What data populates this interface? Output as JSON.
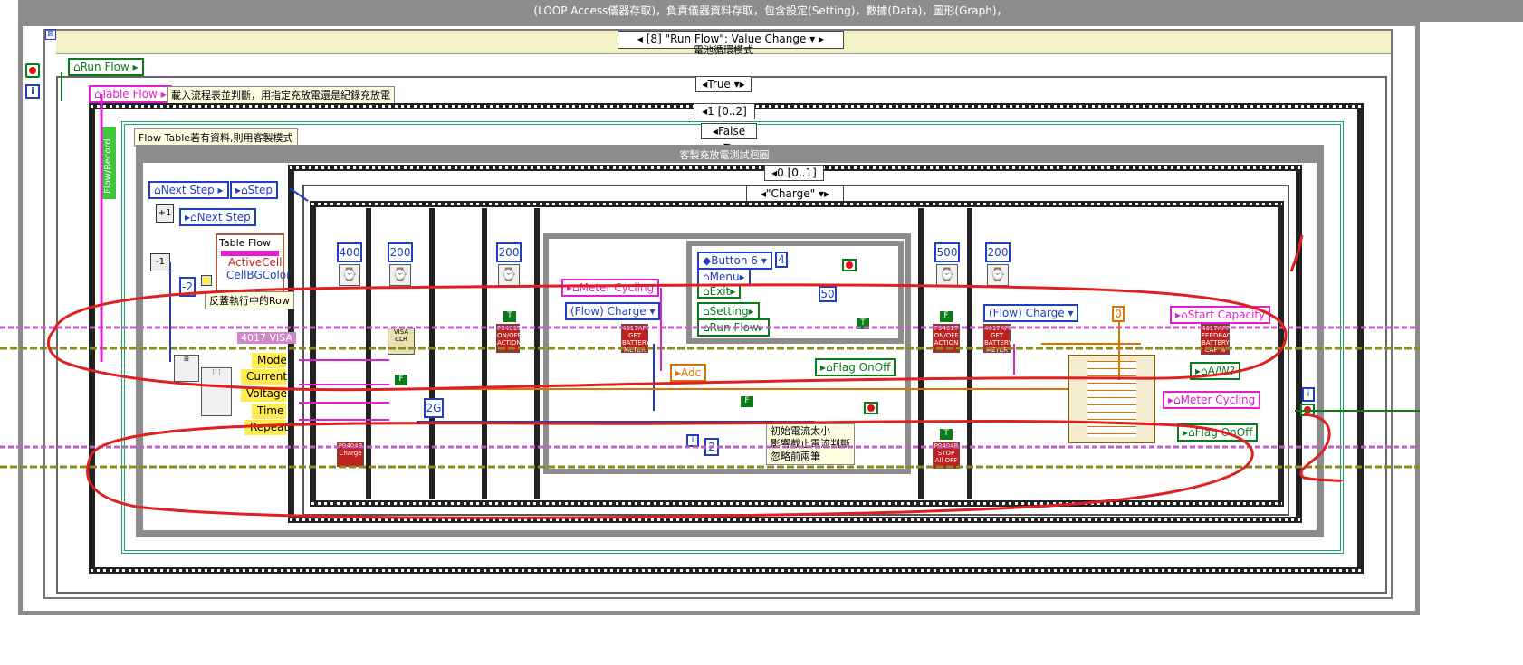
{
  "title_bar": "(LOOP Access儀器存取)，負責儀器資料存取，包含設定(Setting)，數據(Data)，圖形(Graph)，",
  "event_case": {
    "selector": "[8] \"Run Flow\": Value Change",
    "subtitle": "電池循環模式"
  },
  "case_true": "True",
  "seq_frame": "1 [0..2]",
  "case_false": "False",
  "flow_table_comment": "Flow Table若有資料,則用客製模式",
  "load_comment": "載入流程表並判斷，用指定充放電還是紀錄充放電",
  "while_loop_title": "客製充放電測試迴圈",
  "inner_seq": "0 [0..1]",
  "charge_case": "\"Charge\"",
  "controls": {
    "run_flow": "Run Flow",
    "table_flow": "Table Flow",
    "next_step": "Next Step",
    "step": "Step",
    "next_step2": "Next Step",
    "table_flow_node": "Table Flow",
    "active_cell": "ActiveCell",
    "cell_bg": "CellBGColor",
    "reverse_row": "反蓋執行中的Row",
    "minus_two": "-2",
    "flow_record": "Flow/Record",
    "visa": "4017 VISA",
    "mode": "Mode",
    "current": "Current",
    "voltage": "Voltage",
    "time": "Time",
    "repeat": "Repeat",
    "meter_cycling": "Meter Cycling",
    "flow_charge": "(Flow) Charge",
    "adc": "Adc",
    "button6": "Button 6",
    "menu": "Menu",
    "exit": "Exit",
    "setting": "Setting",
    "run_flow2": "Run Flow",
    "flag_onoff": "Flag OnOff",
    "flow_charge2": "(Flow) Charge",
    "start_capacity": "Start Capacity",
    "aw": "A/W?",
    "meter_cycling2": "Meter Cycling",
    "flag_onoff2": "Flag OnOff",
    "comment_small": "初始電流太小\n影響截止電流判斷\n忽略前兩筆"
  },
  "constants": {
    "c400": "400",
    "c200a": "200",
    "c200b": "200",
    "c500": "500",
    "c200c": "200",
    "c4": "4",
    "c50": "50",
    "c0": "0",
    "c2g": "2G",
    "c2": "2",
    "t1": "T",
    "t2": "T",
    "f1": "F",
    "f2": "F",
    "t3": "T",
    "f3": "F",
    "i1": "i",
    "i2": "i",
    "i3": "i"
  },
  "blocks": {
    "b1": "P9401T ON/OFF ACTION",
    "b2": "4017APP GET BATTERY METER",
    "b3": "P9401T ON/OFF ACTION",
    "b4": "4017APP GET BATTERY METER",
    "b5": "4017APP FEEDBACK BATTERY CAP %",
    "b6": "P9404B Charge",
    "b7": "P9404B STOP All OFF",
    "b8": "VISA CLR"
  },
  "colors": {
    "frame_gray": "#8a8a8a",
    "blue": "#1f3fbf",
    "green": "#0a7a1a",
    "pink": "#e020d0",
    "orange": "#e07000",
    "annotation_red": "#e02020"
  }
}
